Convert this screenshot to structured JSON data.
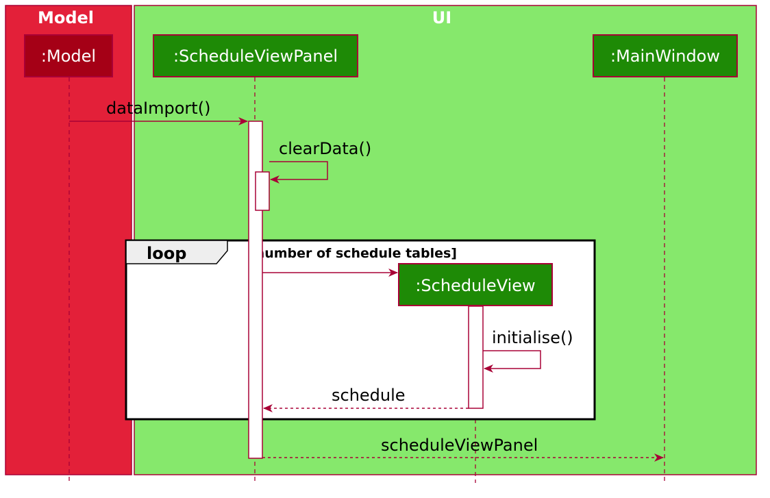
{
  "colors": {
    "model_box_fill": "#e32039",
    "ui_box_fill": "#86e86c",
    "box_border": "#a80036",
    "model_participant_fill": "#a50016",
    "ui_participant_fill": "#1e8a06",
    "arrow": "#a80036",
    "activation_fill": "#ffffff",
    "loop_border": "#000000",
    "loop_tab_fill": "#eeeeee"
  },
  "boxes": {
    "model": {
      "title": "Model"
    },
    "ui": {
      "title": "UI"
    }
  },
  "participants": {
    "model": {
      "label": ":Model"
    },
    "schedule_view_panel": {
      "label": ":ScheduleViewPanel"
    },
    "main_window": {
      "label": ":MainWindow"
    },
    "schedule_view": {
      "label": ":ScheduleView"
    }
  },
  "messages": {
    "data_import": "dataImport()",
    "clear_data": "clearData()",
    "initialise": "initialise()",
    "schedule": "schedule",
    "schedule_view_panel": "scheduleViewPanel"
  },
  "loop": {
    "tab_label": "loop",
    "guard": "[number of schedule tables]"
  }
}
